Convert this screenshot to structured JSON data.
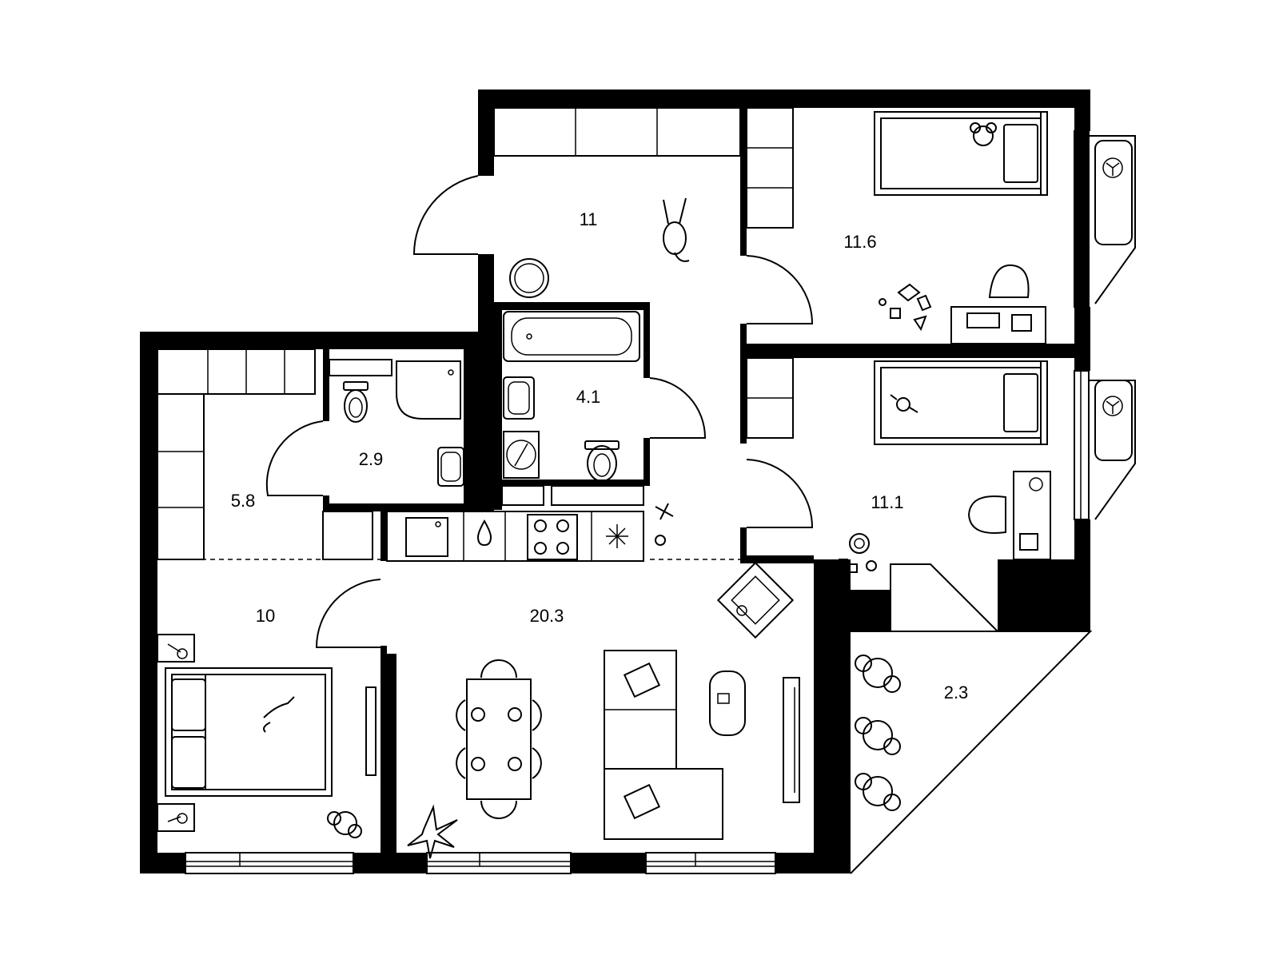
{
  "rooms": [
    {
      "id": "hall",
      "area": "11"
    },
    {
      "id": "bedroom-a",
      "area": "11.6"
    },
    {
      "id": "bathroom",
      "area": "4.1"
    },
    {
      "id": "wc",
      "area": "2.9"
    },
    {
      "id": "entry",
      "area": "5.8"
    },
    {
      "id": "bedroom-b",
      "area": "11.1"
    },
    {
      "id": "bedroom-main",
      "area": "10"
    },
    {
      "id": "kitchen-living",
      "area": "20.3"
    },
    {
      "id": "balcony",
      "area": "2.3"
    }
  ],
  "colors": {
    "wall": "#000000",
    "line": "#000000",
    "background": "#ffffff"
  }
}
